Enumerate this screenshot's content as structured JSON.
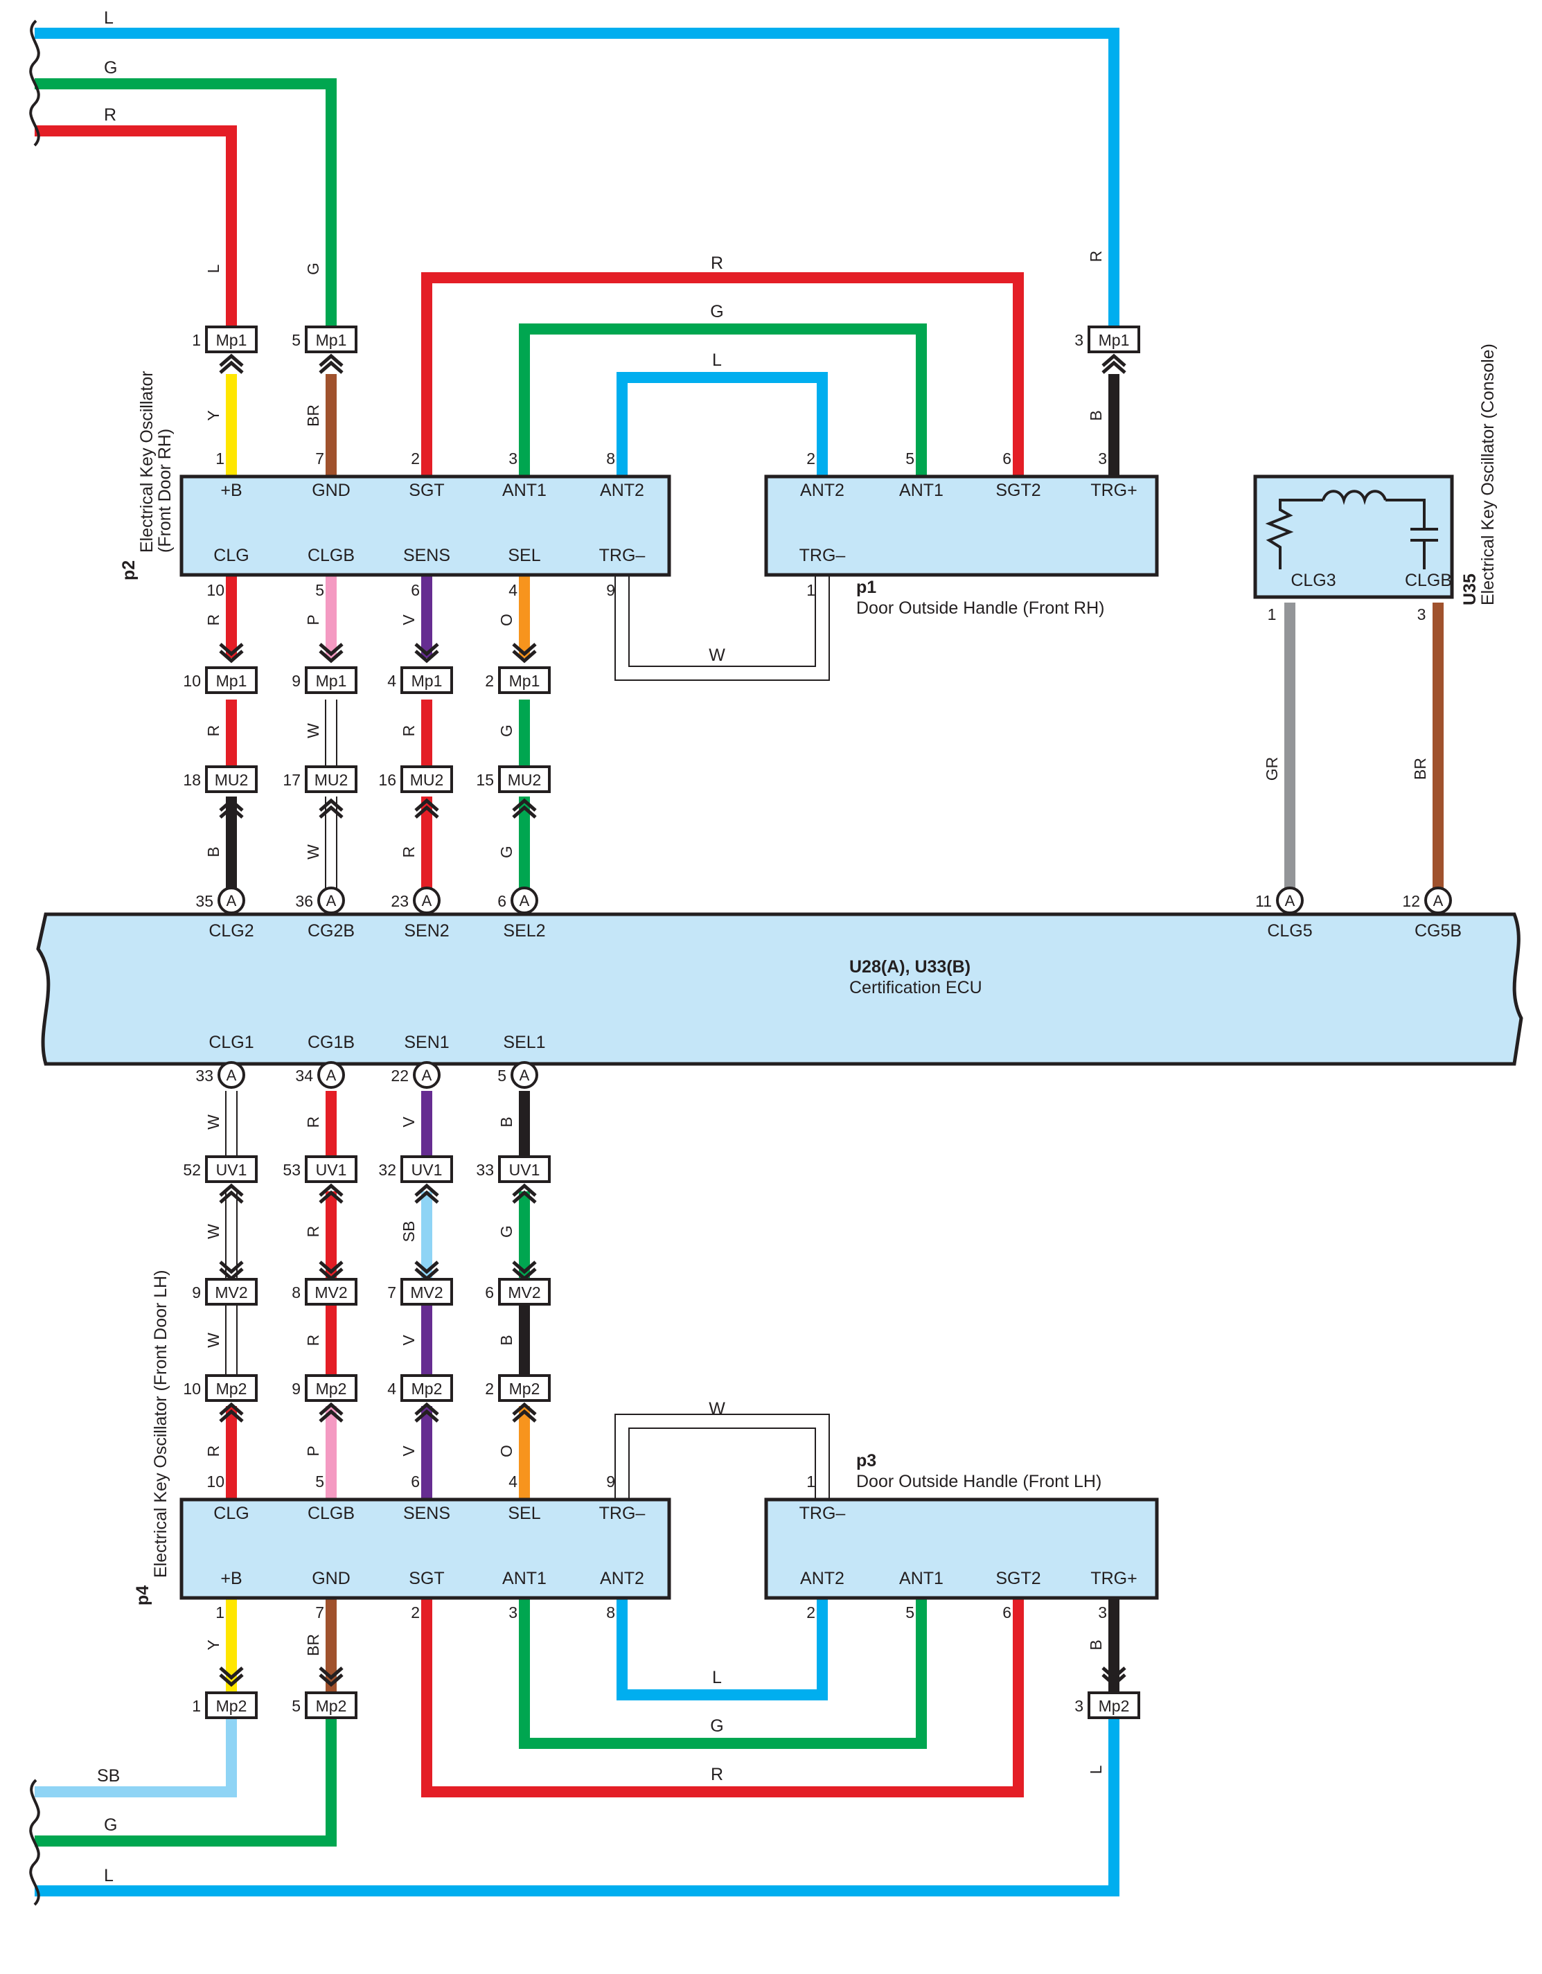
{
  "colors": {
    "R": "#e41e26",
    "G": "#00a650",
    "L": "#00aeef",
    "Y": "#ffe600",
    "BR": "#a0522d",
    "B": "#231f20",
    "P": "#f49ac2",
    "V": "#662d91",
    "O": "#f7941d",
    "W": "#ffffff",
    "GR": "#939598",
    "SB": "#8fd4f5",
    "box_fill": "#c5e6f8"
  },
  "top_harness_wires": [
    "L",
    "G",
    "R"
  ],
  "bottom_harness_wires": [
    "SB",
    "G",
    "L"
  ],
  "ecu": {
    "name": "U28(A), U33(B)",
    "desc": "Certification ECU",
    "top_pins": [
      {
        "num": "35",
        "conn": "A",
        "name": "CLG2"
      },
      {
        "num": "36",
        "conn": "A",
        "name": "CG2B"
      },
      {
        "num": "23",
        "conn": "A",
        "name": "SEN2"
      },
      {
        "num": "6",
        "conn": "A",
        "name": "SEL2"
      },
      {
        "num": "11",
        "conn": "A",
        "name": "CLG5"
      },
      {
        "num": "12",
        "conn": "A",
        "name": "CG5B"
      }
    ],
    "bottom_pins": [
      {
        "num": "33",
        "conn": "A",
        "name": "CLG1"
      },
      {
        "num": "34",
        "conn": "A",
        "name": "CG1B"
      },
      {
        "num": "22",
        "conn": "A",
        "name": "SEN1"
      },
      {
        "num": "5",
        "conn": "A",
        "name": "SEL1"
      }
    ]
  },
  "components": {
    "p2": {
      "id": "p2",
      "desc1": "Electrical Key Oscillator",
      "desc2": "(Front Door RH)",
      "row1": [
        {
          "name": "+B",
          "num": "1"
        },
        {
          "name": "GND",
          "num": "7"
        },
        {
          "name": "SGT",
          "num": "2"
        },
        {
          "name": "ANT1",
          "num": "3"
        },
        {
          "name": "ANT2",
          "num": "8"
        }
      ],
      "row2": [
        {
          "name": "CLG",
          "num": "10"
        },
        {
          "name": "CLGB",
          "num": "5"
        },
        {
          "name": "SENS",
          "num": "6"
        },
        {
          "name": "SEL",
          "num": "4"
        },
        {
          "name": "TRG–",
          "num": "9"
        }
      ]
    },
    "p1": {
      "id": "p1",
      "desc": "Door Outside Handle (Front RH)",
      "row1": [
        {
          "name": "ANT2",
          "num": "2"
        },
        {
          "name": "ANT1",
          "num": "5"
        },
        {
          "name": "SGT2",
          "num": "6"
        },
        {
          "name": "TRG+",
          "num": "3"
        }
      ],
      "row2": [
        {
          "name": "TRG–",
          "num": "1"
        }
      ]
    },
    "u35": {
      "id": "U35",
      "desc": "Electrical Key Oscillator (Console)",
      "pins": [
        {
          "name": "CLG3",
          "num": "1"
        },
        {
          "name": "CLGB",
          "num": "3"
        }
      ]
    },
    "p4": {
      "id": "p4",
      "desc": "Electrical Key Oscillator (Front Door LH)",
      "row1": [
        {
          "name": "CLG",
          "num": "10"
        },
        {
          "name": "CLGB",
          "num": "5"
        },
        {
          "name": "SENS",
          "num": "6"
        },
        {
          "name": "SEL",
          "num": "4"
        },
        {
          "name": "TRG–",
          "num": "9"
        }
      ],
      "row2": [
        {
          "name": "+B",
          "num": "1"
        },
        {
          "name": "GND",
          "num": "7"
        },
        {
          "name": "SGT",
          "num": "2"
        },
        {
          "name": "ANT1",
          "num": "3"
        },
        {
          "name": "ANT2",
          "num": "8"
        }
      ]
    },
    "p3": {
      "id": "p3",
      "desc": "Door Outside Handle (Front LH)",
      "row1": [
        {
          "name": "TRG–",
          "num": "1"
        }
      ],
      "row2": [
        {
          "name": "ANT2",
          "num": "2"
        },
        {
          "name": "ANT1",
          "num": "5"
        },
        {
          "name": "SGT2",
          "num": "6"
        },
        {
          "name": "TRG+",
          "num": "3"
        }
      ]
    }
  },
  "top_connectors": [
    {
      "num": "1",
      "name": "Mp1"
    },
    {
      "num": "5",
      "name": "Mp1"
    },
    {
      "num": "3",
      "name": "Mp1"
    }
  ],
  "upper_mid_connectors": [
    {
      "num": "10",
      "name": "Mp1"
    },
    {
      "num": "9",
      "name": "Mp1"
    },
    {
      "num": "4",
      "name": "Mp1"
    },
    {
      "num": "2",
      "name": "Mp1"
    },
    {
      "num": "18",
      "name": "MU2"
    },
    {
      "num": "17",
      "name": "MU2"
    },
    {
      "num": "16",
      "name": "MU2"
    },
    {
      "num": "15",
      "name": "MU2"
    }
  ],
  "lower_mid_connectors": [
    {
      "num": "52",
      "name": "UV1"
    },
    {
      "num": "53",
      "name": "UV1"
    },
    {
      "num": "32",
      "name": "UV1"
    },
    {
      "num": "33",
      "name": "UV1"
    },
    {
      "num": "9",
      "name": "MV2"
    },
    {
      "num": "8",
      "name": "MV2"
    },
    {
      "num": "7",
      "name": "MV2"
    },
    {
      "num": "6",
      "name": "MV2"
    },
    {
      "num": "10",
      "name": "Mp2"
    },
    {
      "num": "9",
      "name": "Mp2"
    },
    {
      "num": "4",
      "name": "Mp2"
    },
    {
      "num": "2",
      "name": "Mp2"
    }
  ],
  "bottom_connectors": [
    {
      "num": "1",
      "name": "Mp2"
    },
    {
      "num": "5",
      "name": "Mp2"
    },
    {
      "num": "3",
      "name": "Mp2"
    }
  ],
  "wire_labels": {
    "top_loop_r": "R",
    "top_loop_g": "G",
    "top_loop_l": "L",
    "top_loop_w": "W",
    "bot_loop_r": "R",
    "bot_loop_g": "G",
    "bot_loop_l": "L",
    "bot_loop_w": "W",
    "top_mp1": [
      "R",
      "G",
      "L"
    ],
    "top_p2": [
      "Y",
      "BR",
      "B"
    ],
    "upper_a": [
      "R",
      "P",
      "V",
      "O"
    ],
    "upper_b": [
      "R",
      "W",
      "R",
      "G"
    ],
    "upper_c": [
      "B",
      "W",
      "R",
      "G"
    ],
    "u35": [
      "GR",
      "BR"
    ],
    "lower_a": [
      "W",
      "R",
      "V",
      "B"
    ],
    "lower_b": [
      "W",
      "R",
      "SB",
      "G"
    ],
    "lower_c": [
      "W",
      "R",
      "V",
      "B"
    ],
    "lower_d": [
      "R",
      "P",
      "V",
      "O"
    ],
    "bottom_p4": [
      "Y",
      "BR",
      "B"
    ],
    "bottom_mp2": [
      "SB",
      "G",
      "L"
    ]
  }
}
